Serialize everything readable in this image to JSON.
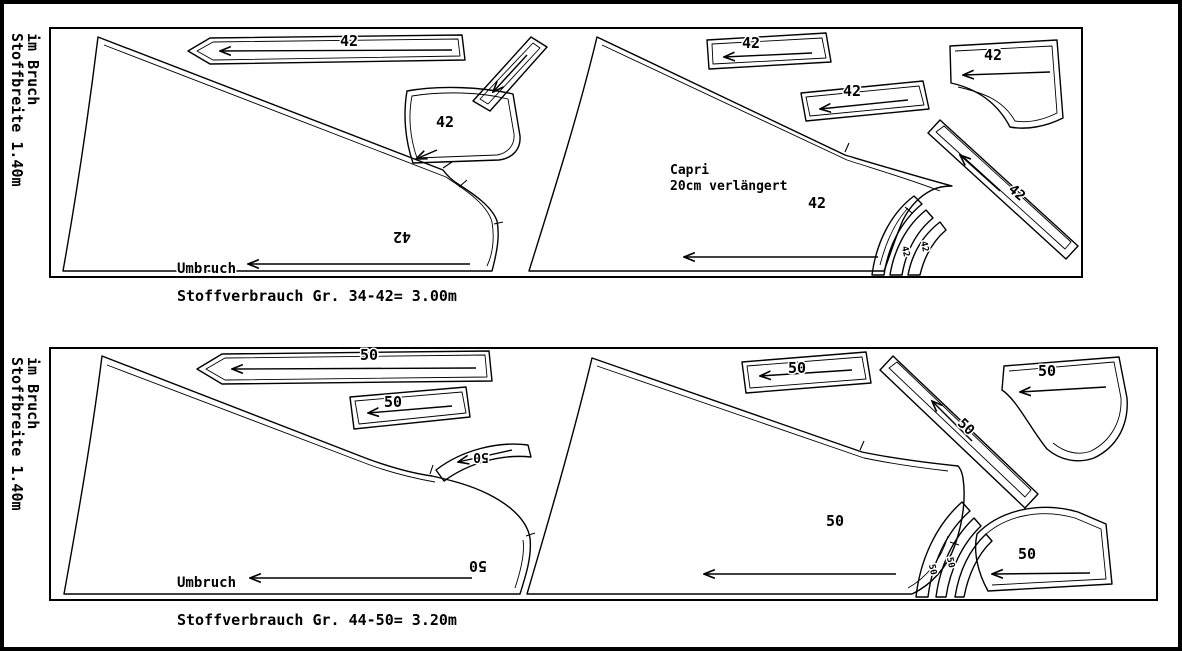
{
  "colors": {
    "ink": "#000000",
    "paper": "#ffffff"
  },
  "top_panel": {
    "size": "42",
    "fabric_width_label": "Stoffbreite 1.40m",
    "fold_label": "im Bruch",
    "fold_edge_label": "Umbruch",
    "style_note_line1": "Capri",
    "style_note_line2": "20cm verlängert",
    "fabric_usage": "Stoffverbrauch Gr. 34-42= 3.00m"
  },
  "bottom_panel": {
    "size": "50",
    "fabric_width_label": "Stoffbreite 1.40m",
    "fold_label": "im Bruch",
    "fold_edge_label": "Umbruch",
    "fabric_usage": "Stoffverbrauch Gr. 44-50= 3.20m"
  }
}
